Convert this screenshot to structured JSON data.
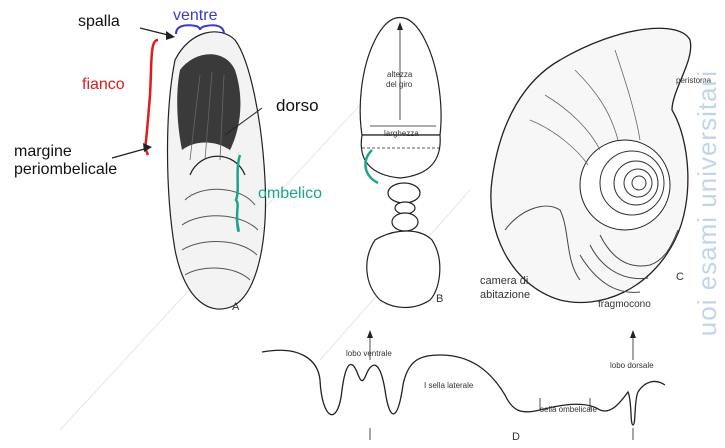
{
  "figure_a": {
    "spalla": "spalla",
    "ventre": "ventre",
    "fianco": "fianco",
    "margine_line1": "margine",
    "margine_line2": "periombelicale",
    "dorso": "dorso",
    "ombelico": "ombelico",
    "letter": "A"
  },
  "figure_b": {
    "altezza_line1": "altezza",
    "altezza_line2": "del giro",
    "larghezza": "larghezza",
    "letter": "B"
  },
  "figure_c": {
    "peristoma": "peristoma",
    "camera_line1": "camera di",
    "camera_line2": "abitazione",
    "fragmocono": "fragmocono",
    "letter": "C"
  },
  "figure_d": {
    "lobo_ventrale": "lobo ventrale",
    "sella_laterale": "I sella laterale",
    "sella_ombelicale": "sella ombelicale",
    "lobo_dorsale": "lobo dorsale",
    "letter": "D"
  },
  "watermark": "uoi esami universitari",
  "colors": {
    "ventre": "#3b3bc4",
    "fianco": "#e01b1b",
    "ombelico": "#1aa68a",
    "ink": "#222222"
  }
}
